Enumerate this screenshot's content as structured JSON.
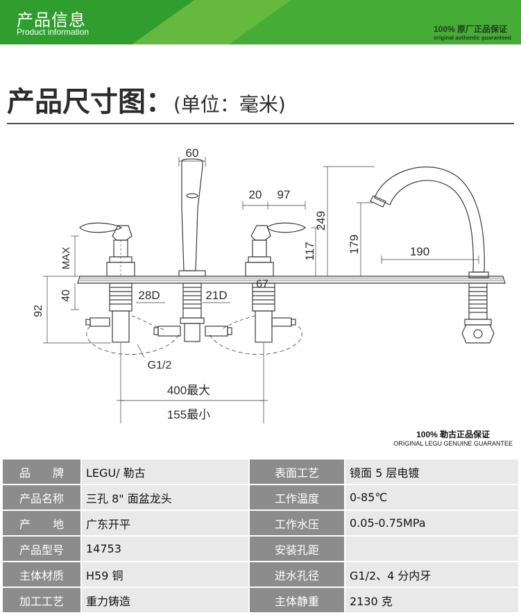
{
  "banner": {
    "title": "产品信息",
    "subtitle": "Product information",
    "guarantee_main": "100% 原厂正品保证",
    "guarantee_sub": "original authentic guaranteed",
    "color_green": "#2f9e2f",
    "color_light_green": "#9fd35b"
  },
  "section": {
    "title": "产品尺寸图：",
    "unit": "(单位：毫米)"
  },
  "drawing": {
    "dim_60": "60",
    "dim_20": "20",
    "dim_97": "97",
    "dim_249": "249",
    "dim_117": "117",
    "dim_179": "179",
    "dim_190": "190",
    "dim_max": "MAX",
    "dim_40": "40",
    "dim_92": "92",
    "dim_28d": "28D",
    "dim_21d": "21D",
    "dim_67": "67",
    "dim_g12": "G1/2",
    "dim_400": "400最大",
    "dim_155": "155最小"
  },
  "guarantee": {
    "main": "100% 勒古正品保证",
    "sub": "ORIGINAL LEGU GENUINE GUARANTEE"
  },
  "specs": [
    {
      "k1": "品　　牌",
      "v1": "LEGU/ 勒古",
      "k2": "表面工艺",
      "v2": "镜面 5 层电镀"
    },
    {
      "k1": "产品名称",
      "v1": "三孔 8\" 面盆龙头",
      "k2": "工作温度",
      "v2": "0-85℃"
    },
    {
      "k1": "产　　地",
      "v1": "广东开平",
      "k2": "工作水压",
      "v2": "0.05-0.75MPa"
    },
    {
      "k1": "产品型号",
      "v1": "14753",
      "k2": "安装孔距",
      "v2": ""
    },
    {
      "k1": "主体材质",
      "v1": "H59 铜",
      "k2": "进水孔径",
      "v2": "G1/2、4 分内牙"
    },
    {
      "k1": "加工工艺",
      "v1": "重力铸造",
      "k2": "主体静重",
      "v2": "2130 克"
    }
  ]
}
